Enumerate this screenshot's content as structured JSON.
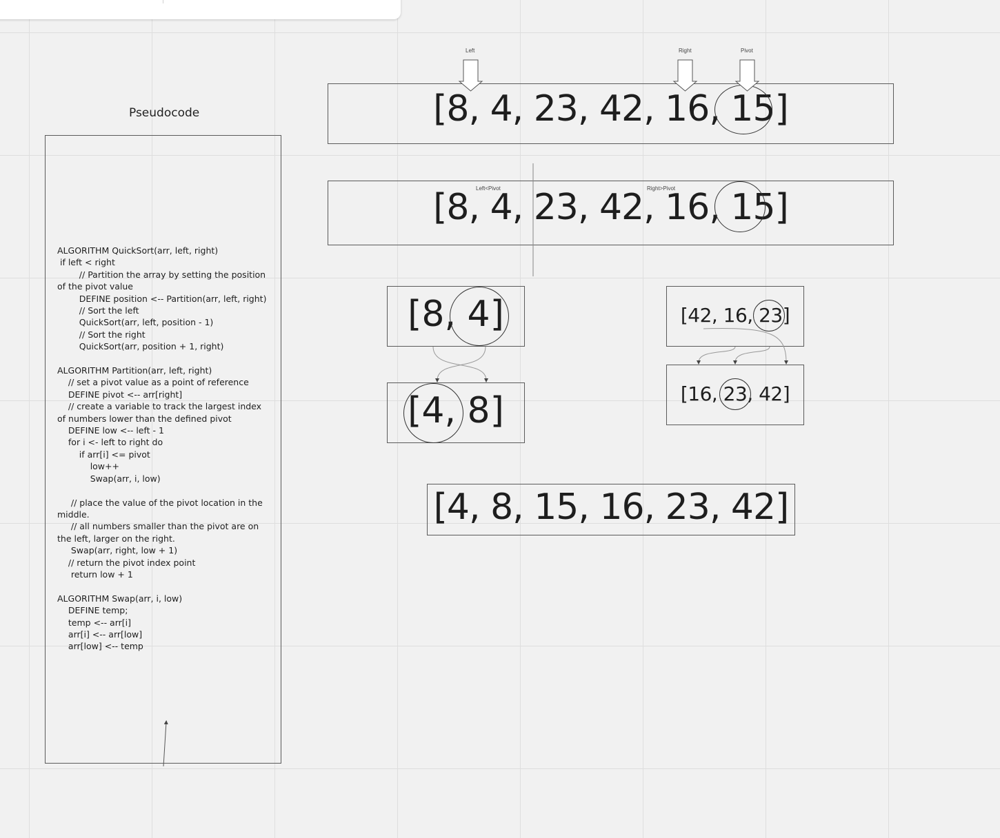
{
  "pseudocode": {
    "title": "Pseudocode",
    "lines": [
      "ALGORITHM QuickSort(arr, left, right)",
      " if left < right",
      "        // Partition the array by setting the position of the pivot value",
      "        DEFINE position <-- Partition(arr, left, right)",
      "        // Sort the left",
      "        QuickSort(arr, left, position - 1)",
      "        // Sort the right",
      "        QuickSort(arr, position + 1, right)",
      "",
      "ALGORITHM Partition(arr, left, right)",
      "    // set a pivot value as a point of reference",
      "    DEFINE pivot <-- arr[right]",
      "    // create a variable to track the largest index of numbers lower than the defined pivot",
      "    DEFINE low <-- left - 1",
      "    for i <- left to right do",
      "        if arr[i] <= pivot",
      "            low++",
      "            Swap(arr, i, low)",
      "",
      "     // place the value of the pivot location in the middle.",
      "     // all numbers smaller than the pivot are on the left, larger on the right.",
      "     Swap(arr, right, low + 1)",
      "    // return the pivot index point",
      "     return low + 1",
      "",
      "ALGORITHM Swap(arr, i, low)",
      "    DEFINE temp;",
      "    temp <-- arr[i]",
      "    arr[i] <-- arr[low]",
      "    arr[low] <-- temp"
    ]
  },
  "steps": {
    "pointer_labels": {
      "left": "Left",
      "right": "Right",
      "pivot": "Pivot"
    },
    "initial_array": "[8, 4, 23, 42, 16, 15]",
    "partition_labels": {
      "left": "Left<Pivot",
      "right": "Right>Pivot"
    },
    "partition_array": "[8, 4, 23, 42, 16, 15]",
    "left_sub_before": "[8, 4]",
    "left_sub_after": "[4, 8]",
    "right_sub_before": "[42, 16, 23]",
    "right_sub_after": "[16, 23, 42]",
    "sorted_array": "[4, 8, 15, 16, 23, 42]"
  }
}
